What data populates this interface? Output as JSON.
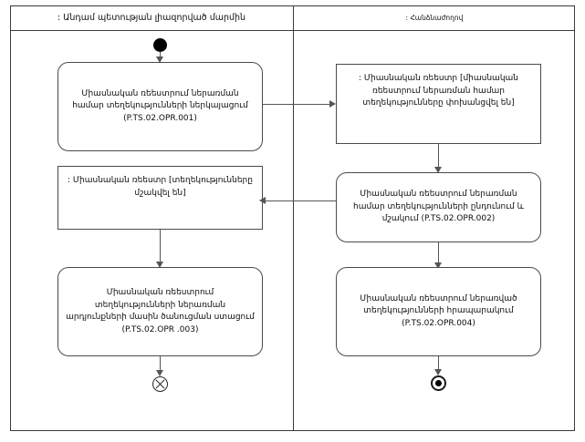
{
  "diagram": {
    "lanes": [
      {
        "title": ": Անդամ պետության լիազորված մարմին"
      },
      {
        "title": ": Հանձնաժողով"
      }
    ],
    "nodes": {
      "start": {
        "label": ""
      },
      "a1": {
        "label": "Միասնական ռեեստրում ներառման համար տեղեկությունների ներկայացում (P.TS.02.OPR.001)"
      },
      "o1": {
        "label": ": Միասնական ռեեստր [միասնական ռեեստրում ներառման համար տեղեկությունները փոխանցվել են]"
      },
      "a2": {
        "label": "Միասնական ռեեստրում ներառման համար տեղեկությունների ընդունում և մշակում (P.TS.02.OPR.002)"
      },
      "o2": {
        "label": ": Միասնական ռեեստր [տեղեկությունները մշակվել են]"
      },
      "a3": {
        "label": "Միասնական ռեեստրում տեղեկությունների ներառման արդյունքների մասին ծանուցման ստացում (P.TS.02.OPR .003)"
      },
      "a4": {
        "label": "Միասնական ռեեստրում ներառված տեղեկությունների հրապարակում (P.TS.02.OPR.004)"
      },
      "flow_final": {
        "label": ""
      },
      "activity_final": {
        "label": ""
      }
    },
    "colors": {
      "frame_border": "#3a3a3a",
      "node_border": "#4a4a4a",
      "connector": "#555555",
      "text": "#0d0d0d",
      "background": "#ffffff"
    }
  }
}
